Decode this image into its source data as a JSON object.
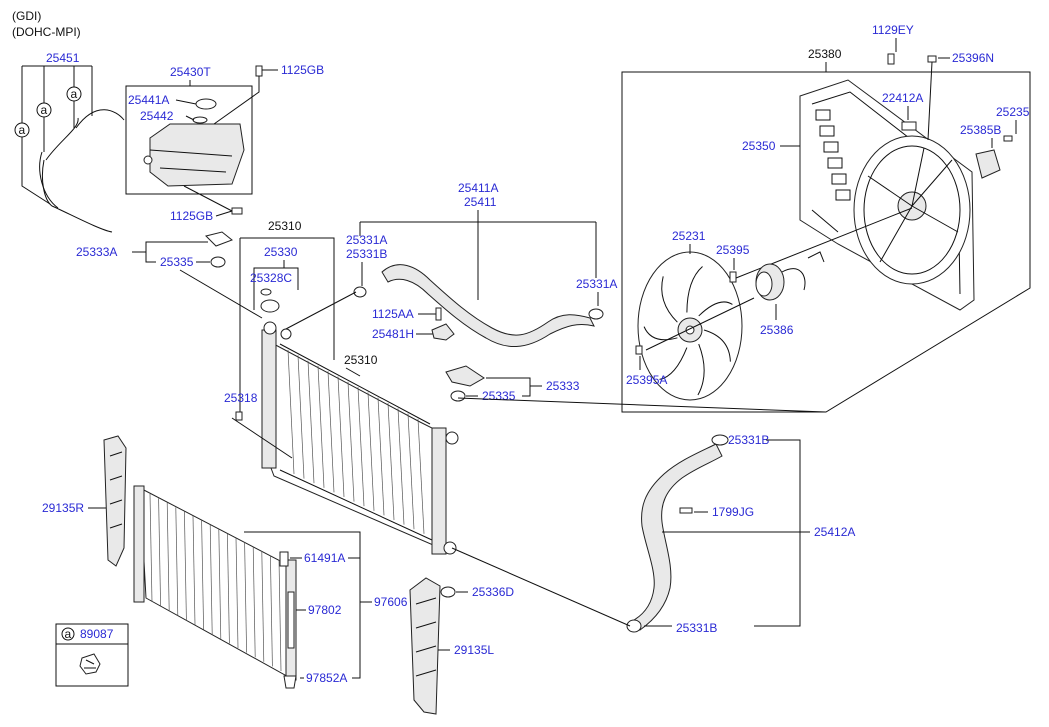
{
  "header": {
    "line1": "(GDI)",
    "line2": "(DOHC-MPI)"
  },
  "callouts": {
    "c25451": "25451",
    "c25430T": "25430T",
    "c1125GB_top": "1125GB",
    "c25441A": "25441A",
    "c25442": "25442",
    "c1125GB_bottom": "1125GB",
    "c25333A": "25333A",
    "c25335_left": "25335",
    "c25310_top": "25310",
    "c25330": "25330",
    "c25328C": "25328C",
    "c25331A_left": "25331A",
    "c25331B_left": "25331B",
    "c25411A": "25411A",
    "c25411": "25411",
    "c25331A_right": "25331A",
    "c1125AA": "1125AA",
    "c25481H": "25481H",
    "c25310_mid": "25310",
    "c25318": "25318",
    "c25333": "25333",
    "c25335_right": "25335",
    "c1129EY": "1129EY",
    "c25380": "25380",
    "c25396N": "25396N",
    "c22412A": "22412A",
    "c25235": "25235",
    "c25385B": "25385B",
    "c25350": "25350",
    "c25231": "25231",
    "c25395": "25395",
    "c25386": "25386",
    "c25395A": "25395A",
    "c25331B_top": "25331B",
    "c1799JG": "1799JG",
    "c25412A": "25412A",
    "c25331B_bottom": "25331B",
    "c29135R": "29135R",
    "c61491A": "61491A",
    "c97606": "97606",
    "c97802": "97802",
    "c97852A": "97852A",
    "c25336D": "25336D",
    "c29135L": "29135L",
    "legend_code": "89087",
    "marker_a": "a"
  }
}
